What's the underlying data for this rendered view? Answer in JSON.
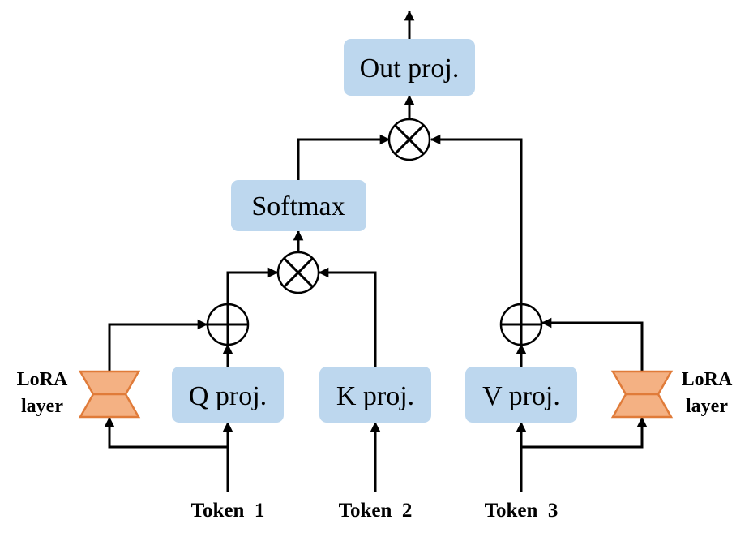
{
  "blocks": {
    "out_proj": "Out proj.",
    "softmax": "Softmax",
    "q_proj": "Q proj.",
    "k_proj": "K proj.",
    "v_proj": "V proj."
  },
  "lora": {
    "left": {
      "line1": "LoRA",
      "line2": "layer"
    },
    "right": {
      "line1": "LoRA",
      "line2": "layer"
    }
  },
  "tokens": [
    "Token  1",
    "Token  2",
    "Token  3"
  ],
  "colors": {
    "block_fill": "#bdd7ee",
    "lora_fill": "#f4b183",
    "lora_stroke": "#e07b39",
    "line": "#000000"
  }
}
